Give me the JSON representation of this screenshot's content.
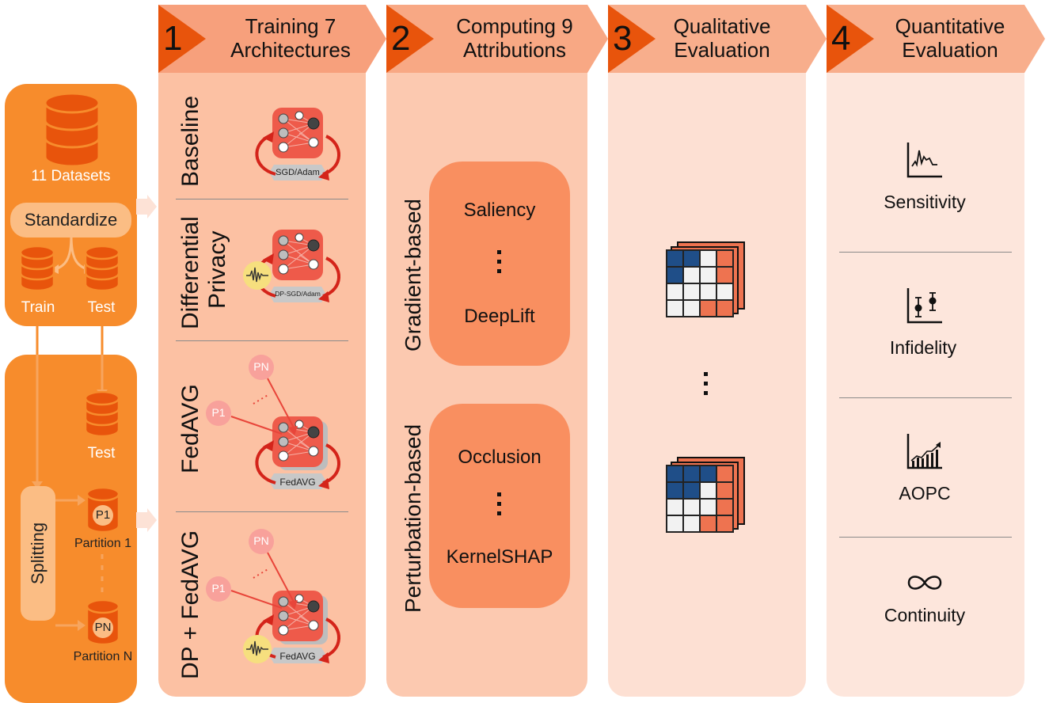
{
  "colors": {
    "dark_orange": "#e8540c",
    "column_bg": "#fcc1a3",
    "column_light": "#fde2d6",
    "left_panel": "#f78c2c",
    "grid_blue": "#1f4e88",
    "grid_orange": "#ee7350"
  },
  "left": {
    "datasets_label": "11 Datasets",
    "standardize_label": "Standardize",
    "train_label": "Train",
    "test_label": "Test",
    "test_label_2": "Test",
    "splitting_label": "Splitting",
    "p1_badge": "P1",
    "pn_badge": "PN",
    "partition1_label": "Partition 1",
    "partitionN_label": "Partition N"
  },
  "steps": [
    {
      "number": "1",
      "title_line1": "Training 7",
      "title_line2": "Architectures"
    },
    {
      "number": "2",
      "title_line1": "Computing 9",
      "title_line2": "Attributions"
    },
    {
      "number": "3",
      "title_line1": "Qualitative",
      "title_line2": "Evaluation"
    },
    {
      "number": "4",
      "title_line1": "Quantitative",
      "title_line2": "Evaluation"
    }
  ],
  "architectures": [
    {
      "label": "Baseline",
      "optimizer": "SGD/Adam"
    },
    {
      "label_line1": "Differential",
      "label_line2": "Privacy",
      "optimizer": "DP-SGD/Adam"
    },
    {
      "label": "FedAVG",
      "optimizer": "FedAVG",
      "p1": "P1",
      "pn": "PN"
    },
    {
      "label": "DP + FedAVG",
      "optimizer": "FedAVG",
      "p1": "P1",
      "pn": "PN"
    }
  ],
  "attributions": {
    "gradient_label": "Gradient-based",
    "gradient_first": "Saliency",
    "gradient_last": "DeepLift",
    "perturbation_label": "Perturbation-based",
    "perturbation_first": "Occlusion",
    "perturbation_last": "KernelSHAP"
  },
  "metrics": [
    "Sensitivity",
    "Infidelity",
    "AOPC",
    "Continuity"
  ],
  "icons": [
    "database-icon",
    "neural-net-icon",
    "noise-icon",
    "attribution-grid-icon",
    "sensitivity-chart-icon",
    "infidelity-chart-icon",
    "aopc-chart-icon",
    "infinity-icon"
  ]
}
